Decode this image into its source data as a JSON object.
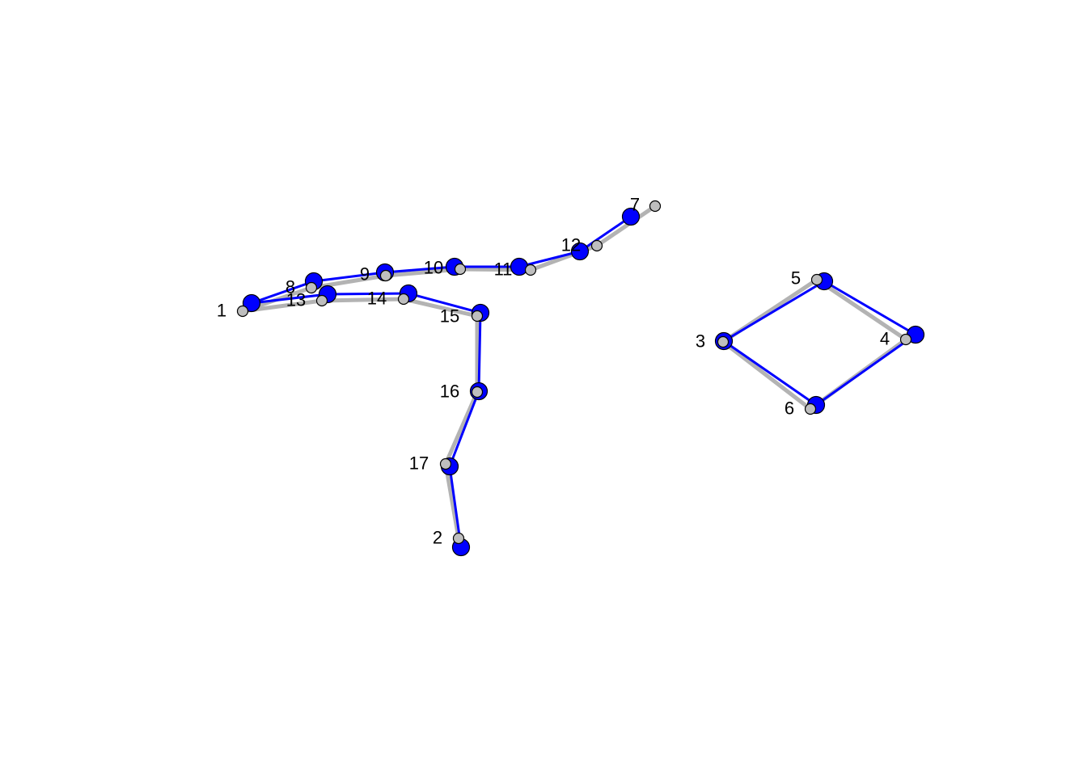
{
  "colors": {
    "background": "#ffffff",
    "reference_link": "#b3b3b3",
    "reference_point": "#bebebe",
    "target_link": "#0000ff",
    "target_point": "#0000ff",
    "outline": "#000000"
  },
  "labels": [
    "1",
    "2",
    "3",
    "4",
    "5",
    "6",
    "7",
    "8",
    "9",
    "10",
    "11",
    "12",
    "13",
    "14",
    "15",
    "16",
    "17"
  ],
  "links": [
    [
      1,
      8
    ],
    [
      8,
      9
    ],
    [
      9,
      10
    ],
    [
      10,
      11
    ],
    [
      11,
      12
    ],
    [
      12,
      7
    ],
    [
      1,
      13
    ],
    [
      13,
      14
    ],
    [
      14,
      15
    ],
    [
      15,
      16
    ],
    [
      16,
      17
    ],
    [
      17,
      2
    ],
    [
      3,
      5
    ],
    [
      5,
      4
    ],
    [
      4,
      6
    ],
    [
      6,
      3
    ]
  ]
}
